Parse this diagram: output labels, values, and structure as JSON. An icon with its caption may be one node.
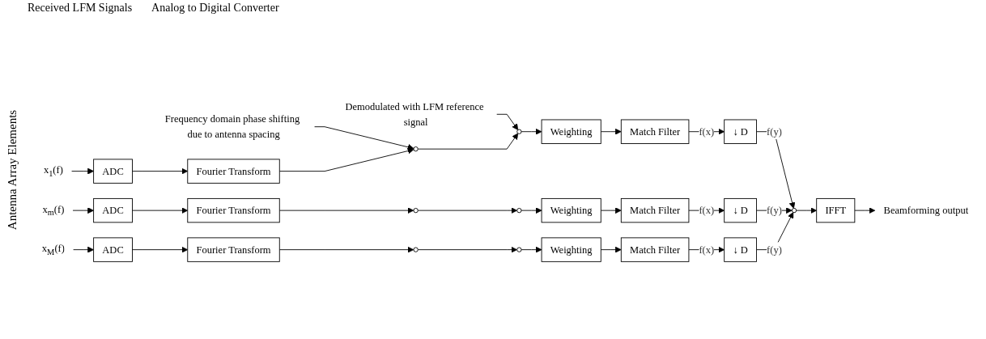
{
  "diagram": {
    "nodes": [
      {
        "text": [
          "Frequency domain phase shifting due to antenna spacing"
        ]
      },
      {
        "text": [
          "Demodulated with LFM reference signal"
        ]
      },
      {
        "text": [
          "x$_{1}$(f)"
        ]
      },
      {
        "text": [
          "ADC"
        ]
      },
      {
        "text": [
          "Fourier Transform"
        ]
      },
      {
        "text": [],
        "shape": "circle"
      },
      {
        "text": [],
        "shape": "circle"
      },
      {
        "text": [
          "Weighting"
        ]
      },
      {
        "text": [
          "Match Filter"
        ]
      },
      {
        "text": [
          "↓ D"
        ]
      },
      {
        "text": [
          "x$_{m}$(f)"
        ]
      },
      {
        "text": [
          "ADC"
        ]
      },
      {
        "text": [
          "Fourier Transform"
        ]
      },
      {
        "text": [],
        "shape": "circle"
      },
      {
        "text": [],
        "shape": "circle"
      },
      {
        "text": [
          "Weighting"
        ]
      },
      {
        "text": [
          "Match Filter"
        ]
      },
      {
        "text": [
          "↓ D"
        ]
      },
      {
        "text": [
          "x$_{M}$(f)"
        ]
      },
      {
        "text": [
          "ADC"
        ]
      },
      {
        "text": [
          "Fourier Transform"
        ]
      },
      {
        "text": [],
        "shape": "circle"
      },
      {
        "text": [],
        "shape": "circle"
      },
      {
        "text": [
          "Weighting"
        ]
      },
      {
        "text": [
          "Match Filter"
        ]
      },
      {
        "text": [
          "↓ D"
        ]
      },
      {
        "text": [],
        "shape": "circle"
      },
      {
        "text": [
          "IFFT"
        ]
      },
      {
        "text": [
          "Beamforming output"
        ]
      }
    ],
    "edges": [
      {
        "from": 0,
        "to": 5,
        "arrow": "to"
      },
      {
        "from": 1,
        "to": 6,
        "arrow": "to"
      },
      {
        "from": 2,
        "to": 3,
        "arrow": "to"
      },
      {
        "from": 3,
        "to": 4,
        "arrow": "to"
      },
      {
        "from": 4,
        "to": 5,
        "arrow": "to"
      },
      {
        "from": 5,
        "to": 6,
        "arrow": "to"
      },
      {
        "from": 6,
        "to": 7,
        "arrow": "to"
      },
      {
        "from": 7,
        "to": 8,
        "arrow": "to"
      },
      {
        "from": 8,
        "to": 9,
        "label": "f(x)",
        "arrow": "to"
      },
      {
        "from": 9,
        "to": 26,
        "label": "f(y)",
        "arrow": "to"
      },
      {
        "from": 10,
        "to": 11,
        "arrow": "to"
      },
      {
        "from": 11,
        "to": 12,
        "arrow": "to"
      },
      {
        "from": 12,
        "to": 13,
        "arrow": "to"
      },
      {
        "from": 13,
        "to": 14,
        "arrow": "to"
      },
      {
        "from": 14,
        "to": 15,
        "arrow": "to"
      },
      {
        "from": 15,
        "to": 16,
        "arrow": "to"
      },
      {
        "from": 16,
        "to": 17,
        "label": "f(x)",
        "arrow": "to"
      },
      {
        "from": 17,
        "to": 26,
        "label": "f(y)",
        "arrow": "to"
      },
      {
        "from": 18,
        "to": 19,
        "arrow": "to"
      },
      {
        "from": 19,
        "to": 20,
        "arrow": "to"
      },
      {
        "from": 20,
        "to": 21,
        "arrow": "to"
      },
      {
        "from": 21,
        "to": 22,
        "arrow": "to"
      },
      {
        "from": 22,
        "to": 23,
        "arrow": "to"
      },
      {
        "from": 23,
        "to": 24,
        "arrow": "to"
      },
      {
        "from": 24,
        "to": 25,
        "label": "f(x)",
        "arrow": "to"
      },
      {
        "from": 25,
        "to": 26,
        "label": "f(y)",
        "arrow": "to"
      },
      {
        "from": 26,
        "to": 27,
        "arrow": "to"
      },
      {
        "from": 27,
        "to": 28,
        "arrow": "to"
      }
    ],
    "labels": [
      "Received LFM Signals",
      "Analog to Digital Converter",
      "Antenna Array Elements"
    ]
  }
}
